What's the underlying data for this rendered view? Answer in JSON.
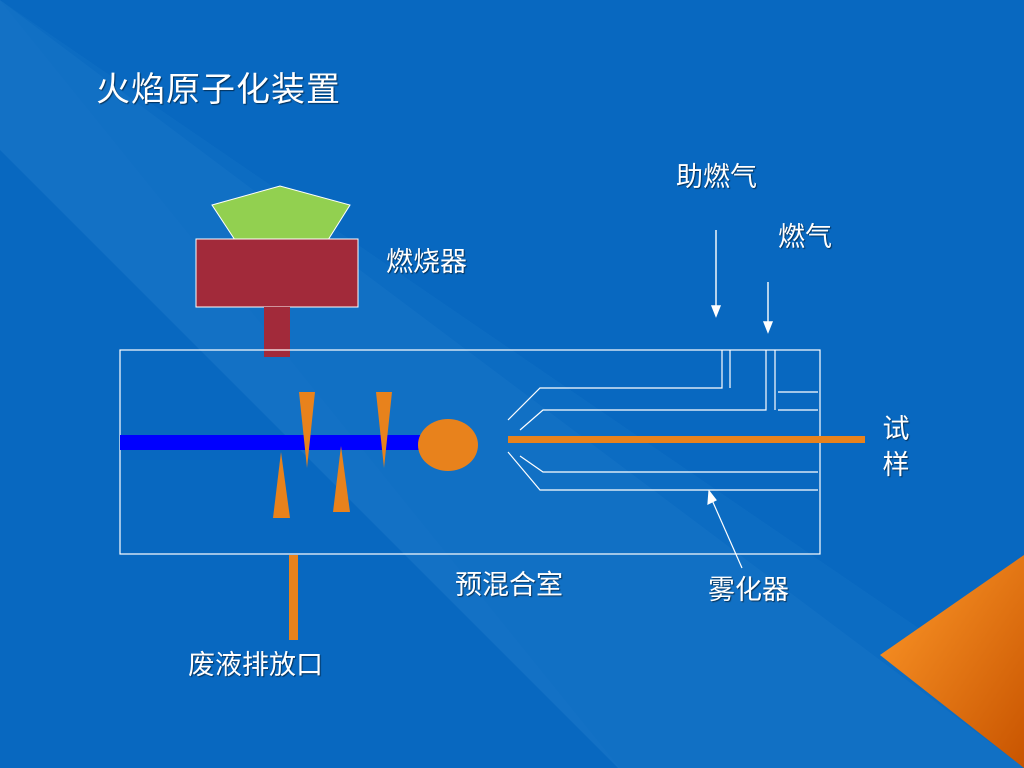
{
  "slide": {
    "title": "火焰原子化装置"
  },
  "labels": {
    "burner": "燃烧器",
    "oxidant_gas": "助燃气",
    "fuel_gas": "燃气",
    "sample_line1": "试",
    "sample_line2": "样",
    "premix_chamber": "预混合室",
    "nebulizer": "雾化器",
    "waste_outlet": "废液排放口"
  },
  "colors": {
    "background": "#0868c0",
    "burner_body": "#a22a3a",
    "burner_head": "#92d050",
    "spray_tube": "#0000ff",
    "orange": "#e8821c",
    "outline": "#ffffff",
    "corner_accent": "#f07d10"
  }
}
